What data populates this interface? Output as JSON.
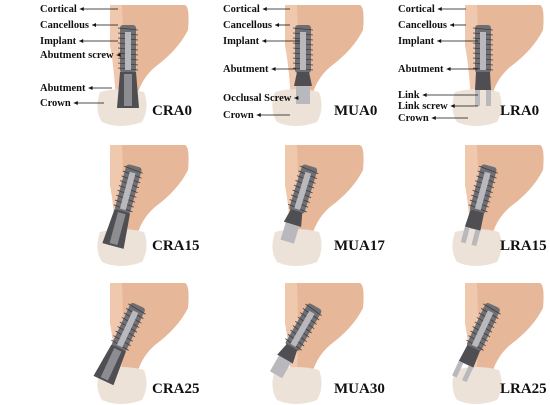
{
  "panels": [
    {
      "code": "CRA0"
    },
    {
      "code": "MUA0"
    },
    {
      "code": "LRA0"
    },
    {
      "code": "CRA15"
    },
    {
      "code": "MUA17"
    },
    {
      "code": "LRA15"
    },
    {
      "code": "CRA25"
    },
    {
      "code": "MUA30"
    },
    {
      "code": "LRA25"
    }
  ],
  "labels": {
    "cra": [
      "Cortical",
      "Cancellous",
      "Implant",
      "Abutment screw",
      "Abutment",
      "Crown"
    ],
    "mua": [
      "Cortical",
      "Cancellous",
      "Implant",
      "Abutment",
      "Occlusal Screw",
      "Crown"
    ],
    "lra": [
      "Cortical",
      "Cancellous",
      "Implant",
      "Abutment",
      "Link",
      "Link screw",
      "Crown"
    ]
  }
}
